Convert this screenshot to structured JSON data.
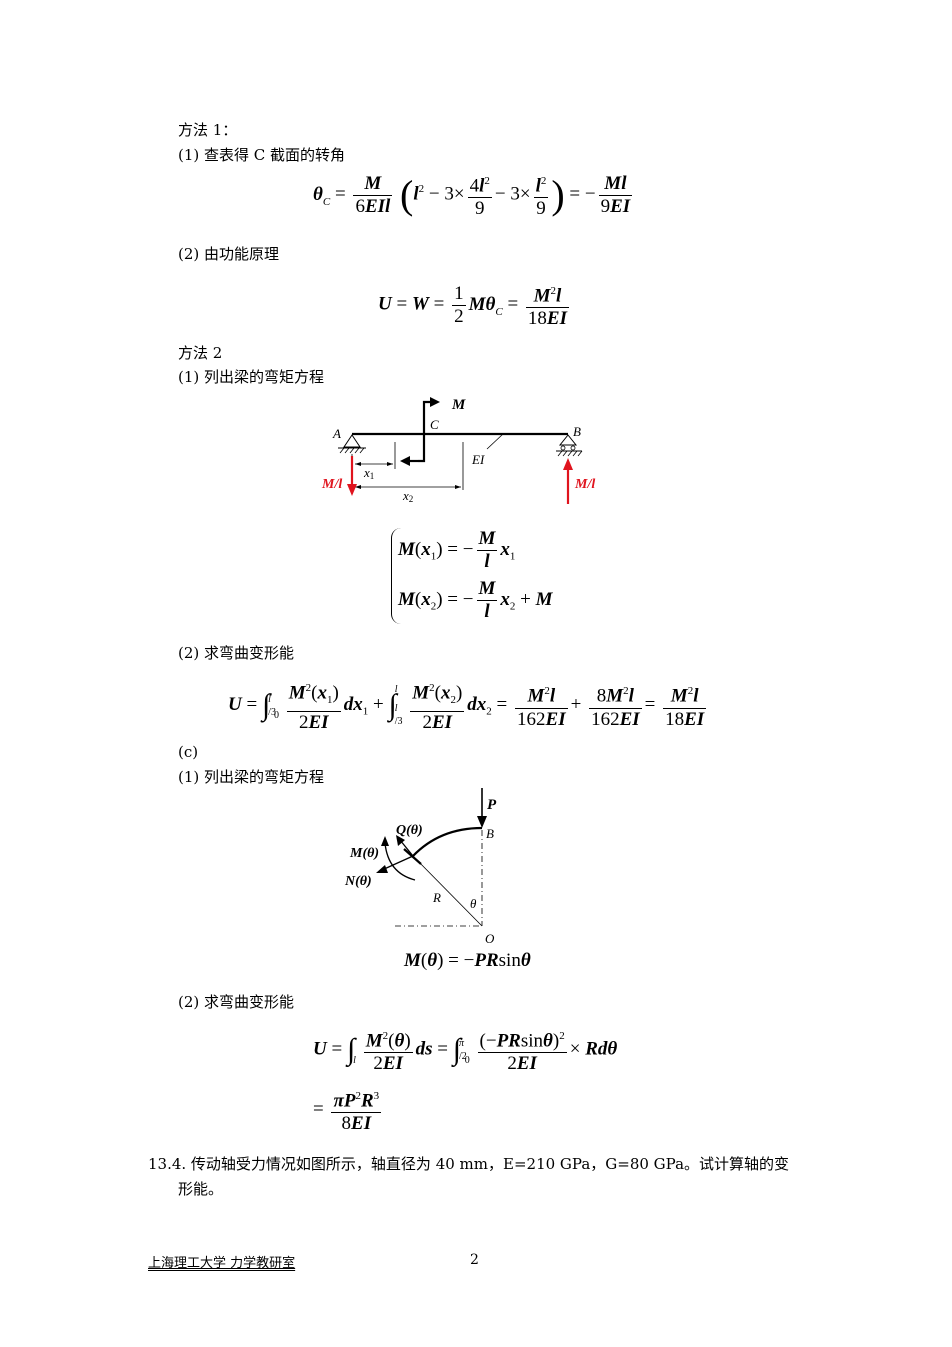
{
  "sections": {
    "method1": "方法 1：",
    "m1_step1": "(1) 查表得 C 截面的转角",
    "m1_step2": "(2) 由功能原理",
    "method2": "方法 2",
    "m2_step1": "(1) 列出梁的弯矩方程",
    "m2_step2": "(2) 求弯曲变形能",
    "c_label": "(c)",
    "c_step1": "(1) 列出梁的弯矩方程",
    "c_step2": "(2) 求弯曲变形能"
  },
  "problem": {
    "line1": "13.4. 传动轴受力情况如图所示，轴直径为 40 mm，E=210 GPa，G=80 GPa。试计算轴的变",
    "line2": "形能。"
  },
  "beam_figure": {
    "M": "M",
    "A": "A",
    "B": "B",
    "C": "C",
    "EI": "EI",
    "x1": "x",
    "x1_sub": "1",
    "x2": "x",
    "x2_sub": "2",
    "left_reaction": "M/l",
    "right_reaction": "M/l",
    "reaction_color": "#e0141e"
  },
  "arc_figure": {
    "P": "P",
    "Q": "Q(θ)",
    "M": "M(θ)",
    "N": "N(θ)",
    "R": "R",
    "theta": "θ",
    "B": "B",
    "O": "O"
  },
  "footer": {
    "institution": "上海理工大学  力学教研室",
    "page": "2"
  }
}
